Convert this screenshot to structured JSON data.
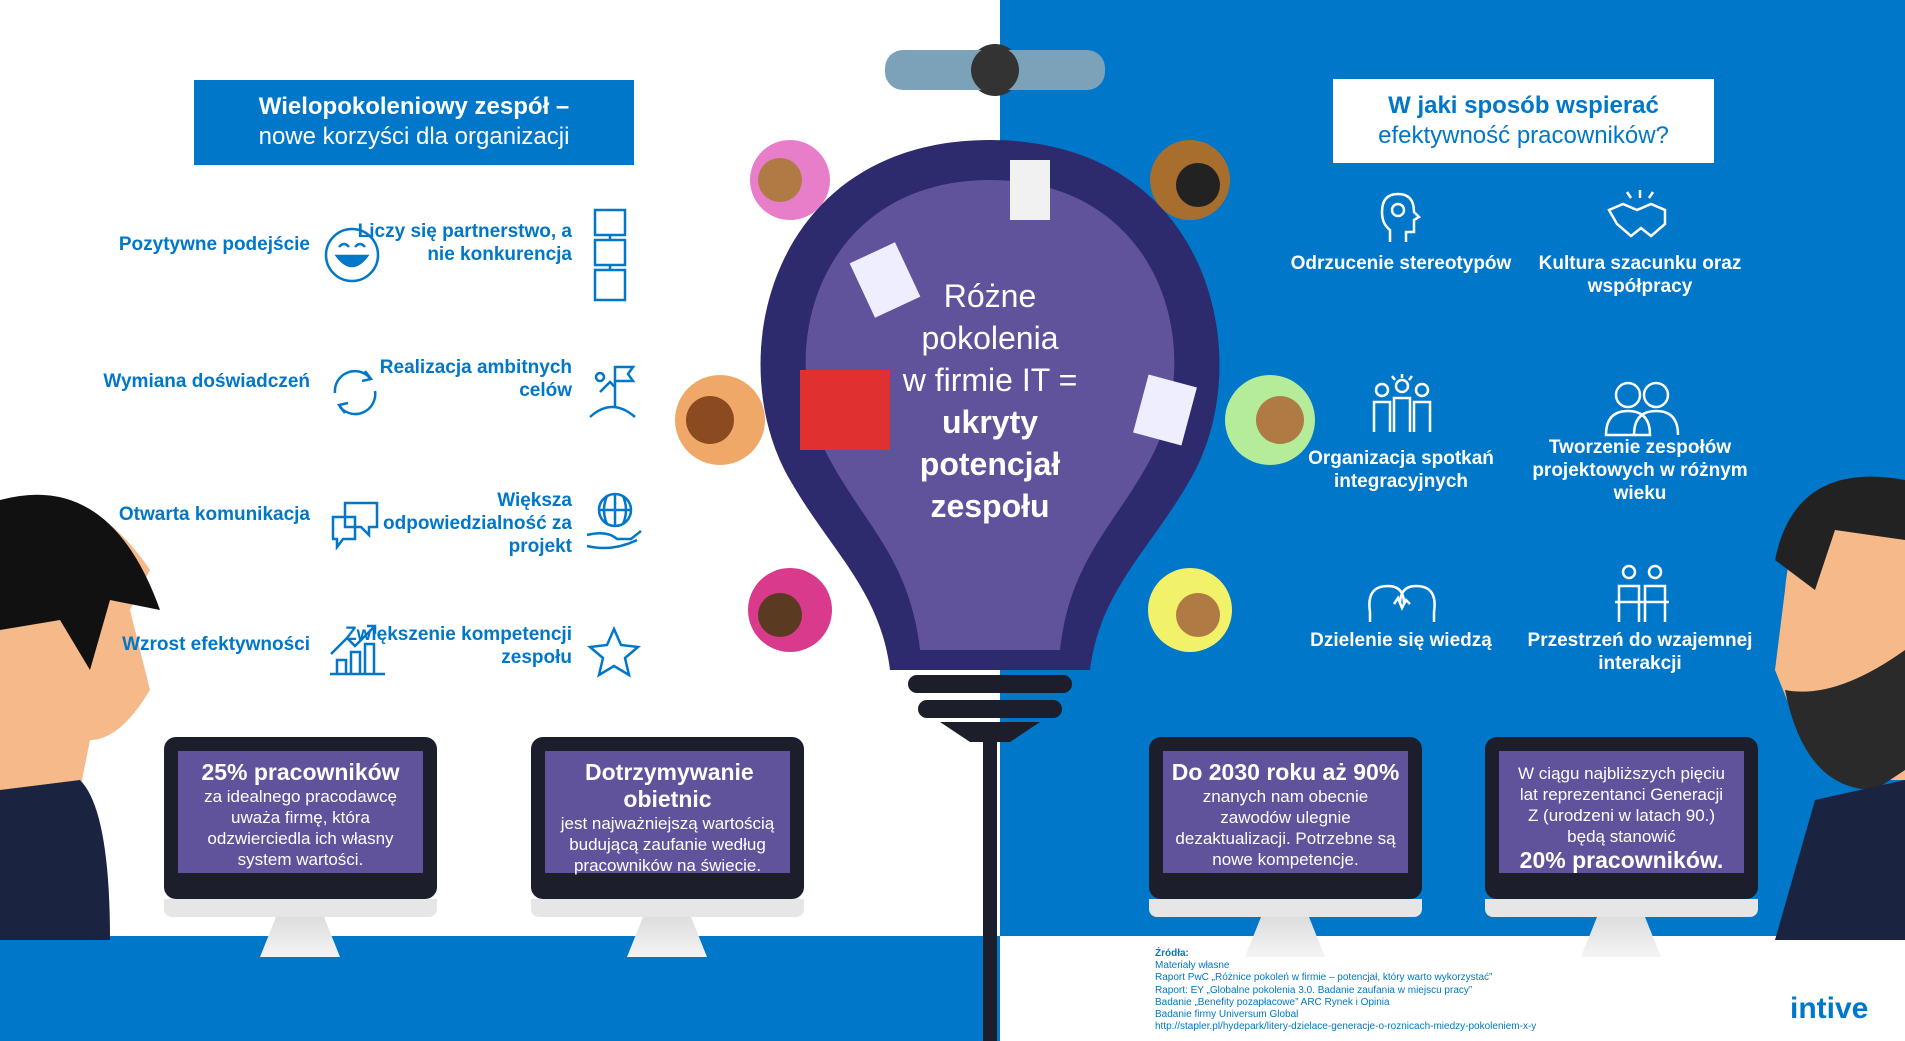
{
  "left": {
    "title_bold": "Wielopokoleniowy zespół –",
    "title_rest": "nowe korzyści dla organizacji",
    "items": [
      {
        "label": "Pozytywne podejście",
        "icon": "smiley-icon"
      },
      {
        "label": "Liczy się partnerstwo, a nie konkurencja",
        "icon": "puzzle-icon"
      },
      {
        "label": "Wymiana doświadczeń",
        "icon": "refresh-icon"
      },
      {
        "label": "Realizacja ambitnych celów",
        "icon": "flag-summit-icon"
      },
      {
        "label": "Otwarta komunikacja",
        "icon": "chat-bubbles-icon"
      },
      {
        "label": "Większa odpowiedzialność za projekt",
        "icon": "globe-hand-icon"
      },
      {
        "label": "Wzrost efektywności",
        "icon": "growth-chart-icon"
      },
      {
        "label": "Zwiększenie kompetencji zespołu",
        "icon": "stars-icon"
      }
    ],
    "monitors": [
      {
        "headline": "25% pracowników",
        "body": "za idealnego pracodawcę uważa firmę, która odzwierciedla ich własny system wartości."
      },
      {
        "headline": "Dotrzymywanie obietnic",
        "body": "jest najważniejszą wartością budującą zaufanie według pracowników na świecie."
      }
    ]
  },
  "center": {
    "line1": "Różne",
    "line2": "pokolenia",
    "line3": "w firmie IT =",
    "bold1": "ukryty",
    "bold2": "potencjał",
    "bold3": "zespołu"
  },
  "right": {
    "title_bold": "W jaki sposób wspierać",
    "title_rest": "efektywność pracowników?",
    "items": [
      {
        "label": "Odrzucenie stereotypów",
        "icon": "head-mind-icon"
      },
      {
        "label": "Kultura szacunku oraz współpracy",
        "icon": "handshake-icon"
      },
      {
        "label": "Organizacja spotkań integracyjnych",
        "icon": "group-cheer-icon"
      },
      {
        "label": "Tworzenie zespołów projektowych w różnym wieku",
        "icon": "team-icon"
      },
      {
        "label": "Dzielenie się wiedzą",
        "icon": "heads-share-icon"
      },
      {
        "label": "Przestrzeń do wzajemnej interakcji",
        "icon": "people-table-icon"
      }
    ],
    "monitors": [
      {
        "headline": "Do 2030 roku aż 90%",
        "body": "znanych nam obecnie zawodów ulegnie dezaktualizacji. Potrzebne są nowe kompetencje."
      },
      {
        "body": "W ciągu najbliższych pięciu lat reprezentanci Generacji Z (urodzeni w latach 90.) będą stanowić",
        "headline": "20% pracowników."
      }
    ]
  },
  "sources": {
    "title": "Źródła:",
    "items": [
      "Materiały własne",
      "Raport PwC „Różnice pokoleń w firmie – potencjał, który warto wykorzystać”",
      "Raport: EY „Globalne pokolenia 3.0. Badanie zaufania w miejscu pracy”",
      "Badanie „Benefity pozapłacowe” ARC Rynek i Opinia",
      "Badanie firmy Universum Global",
      "http://stapler.pl/hydepark/litery-dzielace-generacje-o-roznicach-miedzy-pokoleniem-x-y"
    ]
  },
  "logo": "intive",
  "colors": {
    "blue": "#0077c8",
    "purple": "#61529c",
    "dark": "#1c1e2b"
  }
}
